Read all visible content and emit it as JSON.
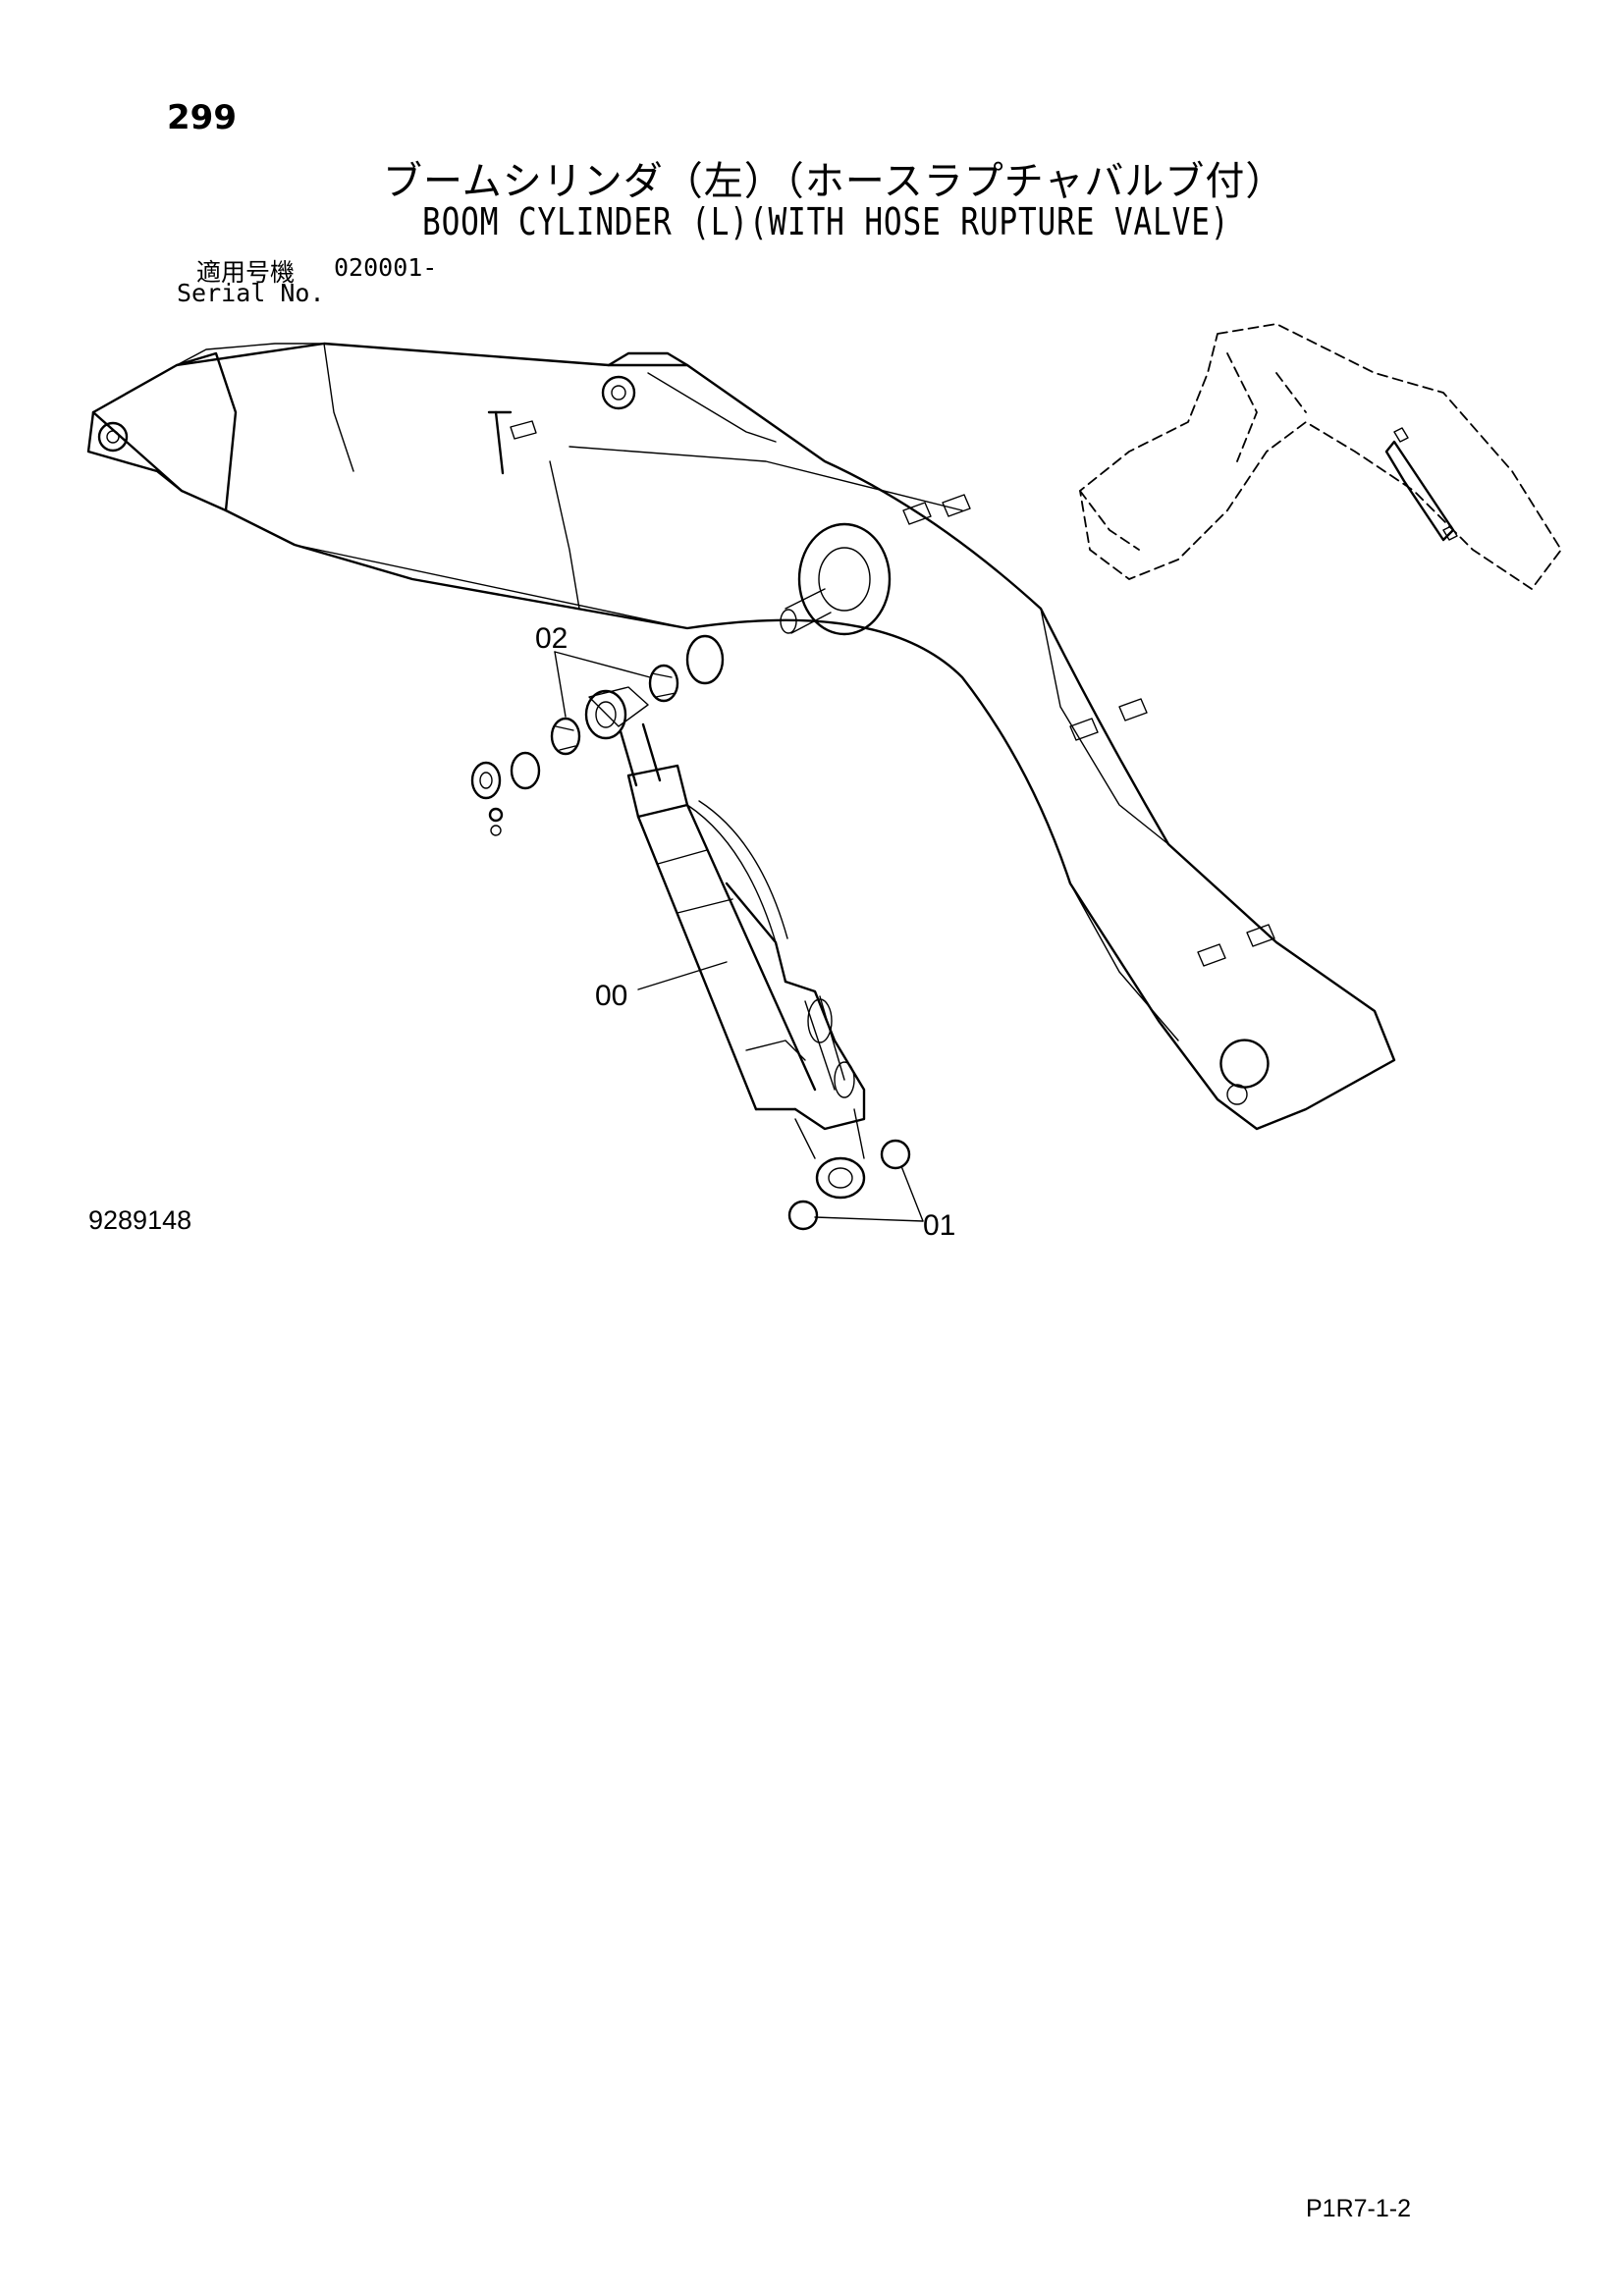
{
  "header": {
    "page_number": "299",
    "title_ja": "ブームシリンダ（左）（ホースラプチャバルブ付）",
    "title_en": "BOOM CYLINDER (L)(WITH HOSE RUPTURE VALVE)",
    "serial_label_ja": "適用号機",
    "serial_value": "020001-",
    "serial_label_en": "Serial No."
  },
  "callouts": [
    "02",
    "00",
    "01"
  ],
  "footer": {
    "drawing_number": "9289148",
    "sheet_id": "P1R7-1-2"
  }
}
